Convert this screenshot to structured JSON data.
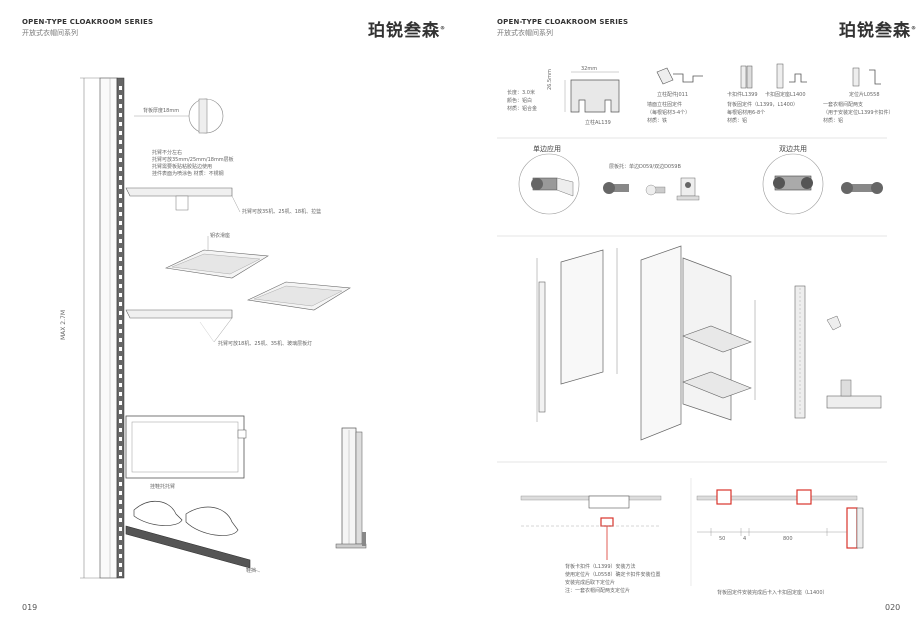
{
  "header": {
    "series_en": "OPEN-TYPE CLOAKROOM SERIES",
    "series_cn": "开放式衣帽间系列",
    "logo_text": "珀锐叁森",
    "logo_mark": "®"
  },
  "left_page": {
    "page_number": "019",
    "height_label": "MAX 2.7M",
    "labels": {
      "backboard_thickness": "背板厚度18mm",
      "bracket_note_1": "托臂不分左右",
      "bracket_note_2": "托臂可放35mm/25mm/18mm层板",
      "bracket_note_3": "托臂需要板贴粘胶贴边使用",
      "bracket_note_4": "挂件表面为喷涂色 材质：不锈钢",
      "shelf_bracket": "托臂可放35机、25机、18机、拉篮",
      "hanging_rail": "钥衣滑座",
      "glass_bracket": "托臂可放18机、25机、35机、玻璃层板灯",
      "shoe_bracket": "挂鞋托托臂",
      "shoe_rack": "鞋挡"
    }
  },
  "right_page": {
    "page_number": "020",
    "parts": {
      "dim_width": "32mm",
      "dim_height": "26.5mm",
      "upright_specs": [
        "长度：3.0米",
        "颜色：铝白",
        "材质：铝合金"
      ],
      "upright_name": "立柱AL139",
      "bracket_name": "立柱配件J011",
      "bracket_desc": [
        "墙面立柱固定件",
        "（每根铝材3-4个）",
        "材质：铁"
      ],
      "clip_name": "卡扣件L1399",
      "clip2_name": "卡扣固定座L1400",
      "clip_desc": [
        "背板固定件（L1399，L1400）",
        "每根铝材用6-8个",
        "材质：铝"
      ],
      "locator_name": "定位片L0558",
      "locator_desc": [
        "一套衣帽间配两支",
        "（用于安装定位L1399卡扣件）",
        "材质：铝"
      ]
    },
    "sections": {
      "single_side": "单边应用",
      "double_side": "双边共用",
      "layer_pin": "层板托：单边D059/双边D059B"
    },
    "bottom": {
      "note_1": "背板卡扣件（L1399）安装方法",
      "note_2": "使用定位片（L0558）确定卡扣件安装位置",
      "note_3": "安装完成后取下定位片",
      "note_4": "注：一套衣帽间配两支定位片",
      "dim_50": "50",
      "dim_4": "4",
      "dim_800": "800",
      "caption": "背板固定件安装完成后卡入卡扣固定座（L1400）"
    }
  },
  "colors": {
    "accent_red": "#d9342b",
    "line": "#7a7a7a",
    "dark": "#333333"
  }
}
